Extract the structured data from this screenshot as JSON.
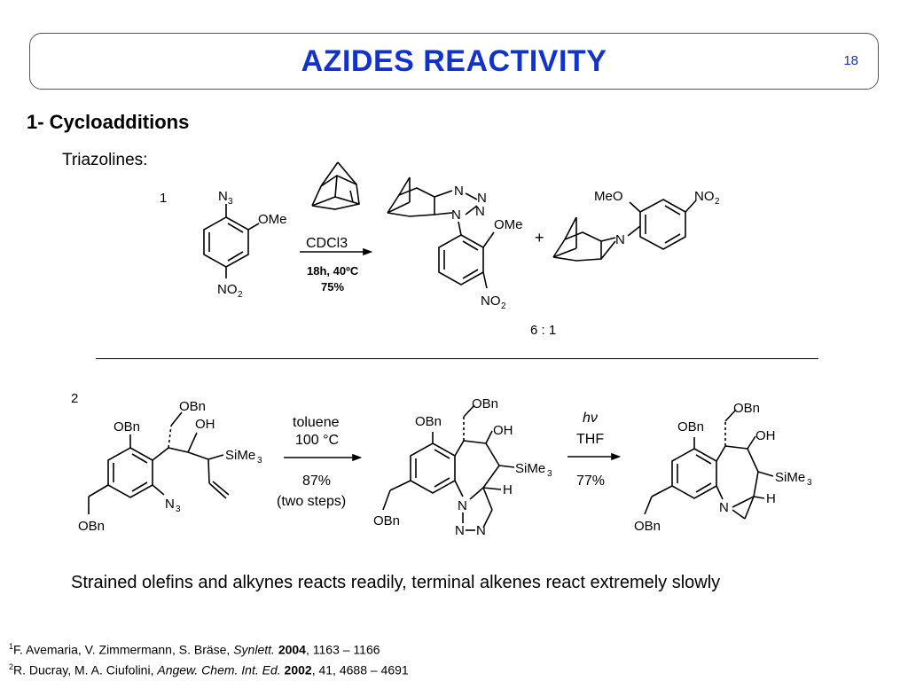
{
  "header": {
    "title": "AZIDES REACTIVITY",
    "page_number": "18"
  },
  "section": {
    "heading": "1- Cycloadditions",
    "subheading": "Triazolines:"
  },
  "reaction1": {
    "number": "1",
    "solvent": "CDCl3",
    "conditions": "18h, 40ºC",
    "yield": "75%",
    "ratio": "6 : 1",
    "plus": "+"
  },
  "reaction2": {
    "number": "2",
    "step1_solvent": "toluene",
    "step1_temp": "100 °C",
    "step1_yield": "87%",
    "step1_note": "(two steps)",
    "step2_light": "hν",
    "step2_solvent": "THF",
    "step2_yield": "77%"
  },
  "conclusion": "Strained olefins and alkynes reacts readily, terminal alkenes react extremely slowly",
  "references": [
    {
      "num": "1",
      "authors": "F. Avemaria, V. Zimmermann, S. Bräse, ",
      "journal": "Synlett.",
      "year": "2004",
      "pages": ", 1163 – 1166"
    },
    {
      "num": "2",
      "authors": "R. Ducray, M. A. Ciufolini,  ",
      "journal": "Angew. Chem. Int. Ed.",
      "year": "2002",
      "pages": ", 41, 4688 – 4691"
    }
  ],
  "colors": {
    "title": "#1133cc",
    "border": "#555555",
    "text": "#000000"
  }
}
